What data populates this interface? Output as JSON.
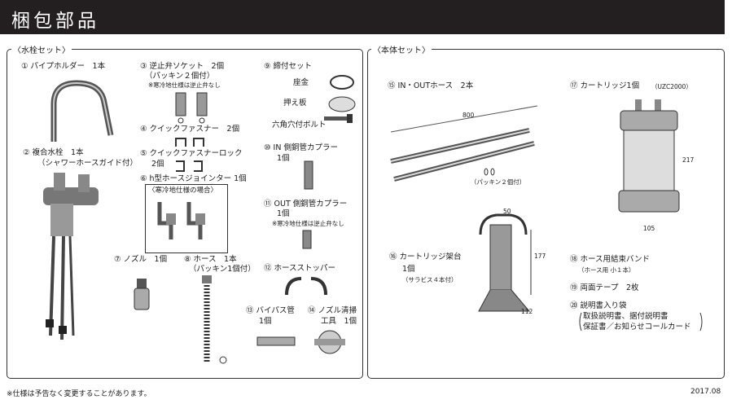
{
  "header": {
    "title": "梱包部品"
  },
  "left_panel": {
    "title": "〈水栓セット〉",
    "items": {
      "pipe_holder": "① パイプホルダー　1本",
      "mixer": "② 複合水栓　1本",
      "mixer_sub": "（シャワーホースガイド付）",
      "check_socket": "③ 逆止弁ソケット　2個",
      "check_socket_sub": "（パッキン２個付）",
      "check_socket_note": "※寒冷地仕様は逆止弁なし",
      "quick_fastener": "④ クイックファスナー　2個",
      "quick_lock": "⑤ クイックファスナーロック",
      "quick_lock_qty": "2個",
      "h_jointer": "⑥ h型ホースジョインター 1個",
      "cold_box": "〈寒冷地仕様の場合〉",
      "nozzle": "⑦ ノズル　1個",
      "hose": "⑧ ホース　1本",
      "hose_sub": "（パッキン1個付）",
      "bolt_set": "⑨ 締付セット",
      "washer": "座金",
      "press_plate": "押え板",
      "hex_bolt": "六角穴付ボルト",
      "in_coupler": "⑩ IN 側銅管カプラー",
      "in_coupler_qty": "1個",
      "out_coupler": "⑪ OUT 側銅管カプラー",
      "out_coupler_qty": "1個",
      "out_coupler_note": "※寒冷地仕様は逆止弁なし",
      "hose_stopper": "⑫ ホースストッパー",
      "bypass": "⑬ バイパス管",
      "bypass_qty": "1個",
      "nozzle_cleaner": "⑭ ノズル清掃",
      "nozzle_cleaner_qty": "工具　1個"
    }
  },
  "right_panel": {
    "title": "〈本体セット〉",
    "items": {
      "inout_hose": "⑮ IN・OUTホース　2本",
      "hose_len": "800",
      "packing": "（パッキン２個付）",
      "bracket": "⑯ カートリッジ架台",
      "bracket_qty": "1個",
      "bracket_sub": "（サラビス４本付）",
      "dim_50": "50",
      "dim_177": "177",
      "dim_112": "112",
      "cartridge": "⑰ カートリッジ1個",
      "cartridge_model": "（UZC2000）",
      "dim_217": "217",
      "dim_105": "105",
      "band": "⑱ ホース用結束バンド",
      "band_sub": "（ホース用 小１本）",
      "tape": "⑲ 両面テープ　2枚",
      "docs": "⑳ 説明書入り袋",
      "docs_l1": "取扱説明書、据付説明書",
      "docs_l2": "保証書／お知らせコールカード"
    }
  },
  "footer": {
    "note": "※仕様は予告なく変更することがあります。",
    "date": "2017.08"
  }
}
